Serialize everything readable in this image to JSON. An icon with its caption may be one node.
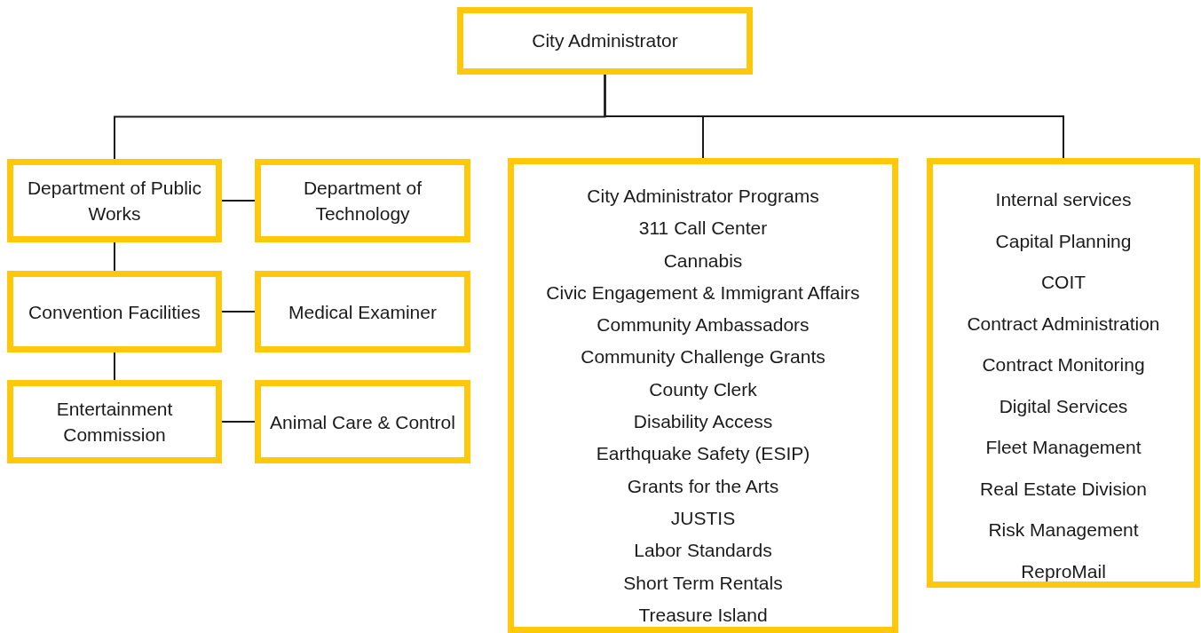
{
  "diagram": {
    "nodes": [
      {
        "text": [
          "City Administrator"
        ]
      },
      {
        "text": [
          "Department of Public Works"
        ]
      },
      {
        "text": [
          "Department of Technology"
        ]
      },
      {
        "text": [
          "Convention Facilities"
        ]
      },
      {
        "text": [
          "Medical Examiner"
        ]
      },
      {
        "text": [
          "Entertainment Commission"
        ]
      },
      {
        "text": [
          "Animal Care & Control"
        ]
      },
      {
        "text": [
          "City Administrator Programs",
          "311 Call Center",
          "Cannabis",
          "Civic Engagement & Immigrant Affairs",
          "Community Ambassadors",
          "Community Challenge Grants",
          "County Clerk",
          "Disability Access",
          "Earthquake Safety (ESIP)",
          "Grants for the Arts",
          "JUSTIS",
          "Labor Standards",
          "Short Term Rentals",
          "Treasure Island"
        ]
      },
      {
        "text": [
          "Internal services",
          "Capital Planning",
          "COIT",
          "Contract Administration",
          "Contract Monitoring",
          "Digital Services",
          "Fleet Management",
          "Real Estate Division",
          "Risk Management",
          "ReproMail"
        ]
      }
    ],
    "edges": [
      {
        "from": 0,
        "to": 1,
        "arrow": "none"
      },
      {
        "from": 0,
        "to": 7,
        "arrow": "none"
      },
      {
        "from": 0,
        "to": 8,
        "arrow": "none"
      },
      {
        "from": 1,
        "to": 2,
        "arrow": "none"
      },
      {
        "from": 1,
        "to": 3,
        "arrow": "none"
      },
      {
        "from": 3,
        "to": 4,
        "arrow": "none"
      },
      {
        "from": 3,
        "to": 5,
        "arrow": "none"
      },
      {
        "from": 5,
        "to": 6,
        "arrow": "none"
      }
    ]
  }
}
